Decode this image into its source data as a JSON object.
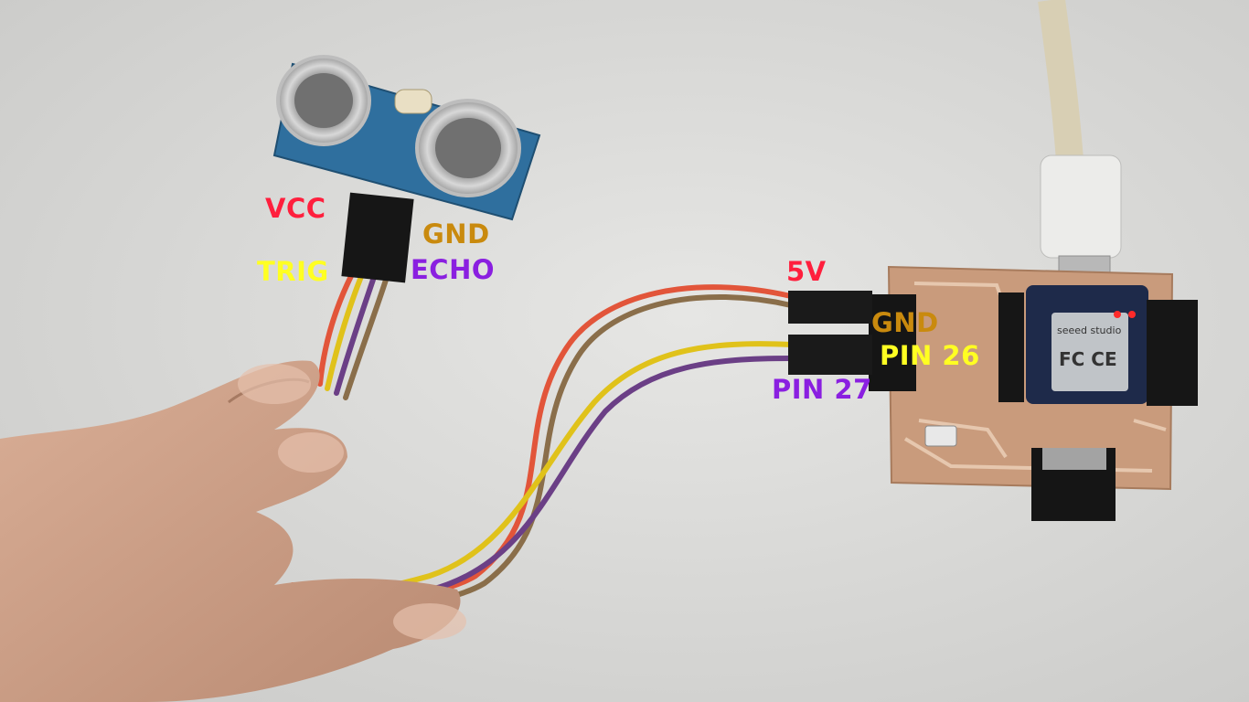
{
  "labels": {
    "sensor_vcc": "VCC",
    "sensor_gnd": "GND",
    "sensor_trig": "TRIG",
    "sensor_echo": "ECHO",
    "board_5v": "5V",
    "board_gnd": "GND",
    "board_pin26": "PIN 26",
    "board_pin27": "PIN 27"
  },
  "silkscreen": {
    "module_brand": "seeed studio",
    "module_mark": "FC CE"
  },
  "colors": {
    "vcc": "#ff1f3d",
    "gnd": "#c98a0e",
    "trig": "#ffff22",
    "echo": "#8a1fe0",
    "five_v": "#ff1f3d",
    "pin26": "#ffff22",
    "pin27": "#8a1fe0",
    "background": "#dcdcdc",
    "pcb_copper": "#c99b7c",
    "sensor_board": "#2f6f9e",
    "wire_red": "#e2553a",
    "wire_brown": "#8a6e4a",
    "wire_yellow": "#e0c21a",
    "wire_purple": "#6b3f86",
    "skin": "#c79a82"
  }
}
